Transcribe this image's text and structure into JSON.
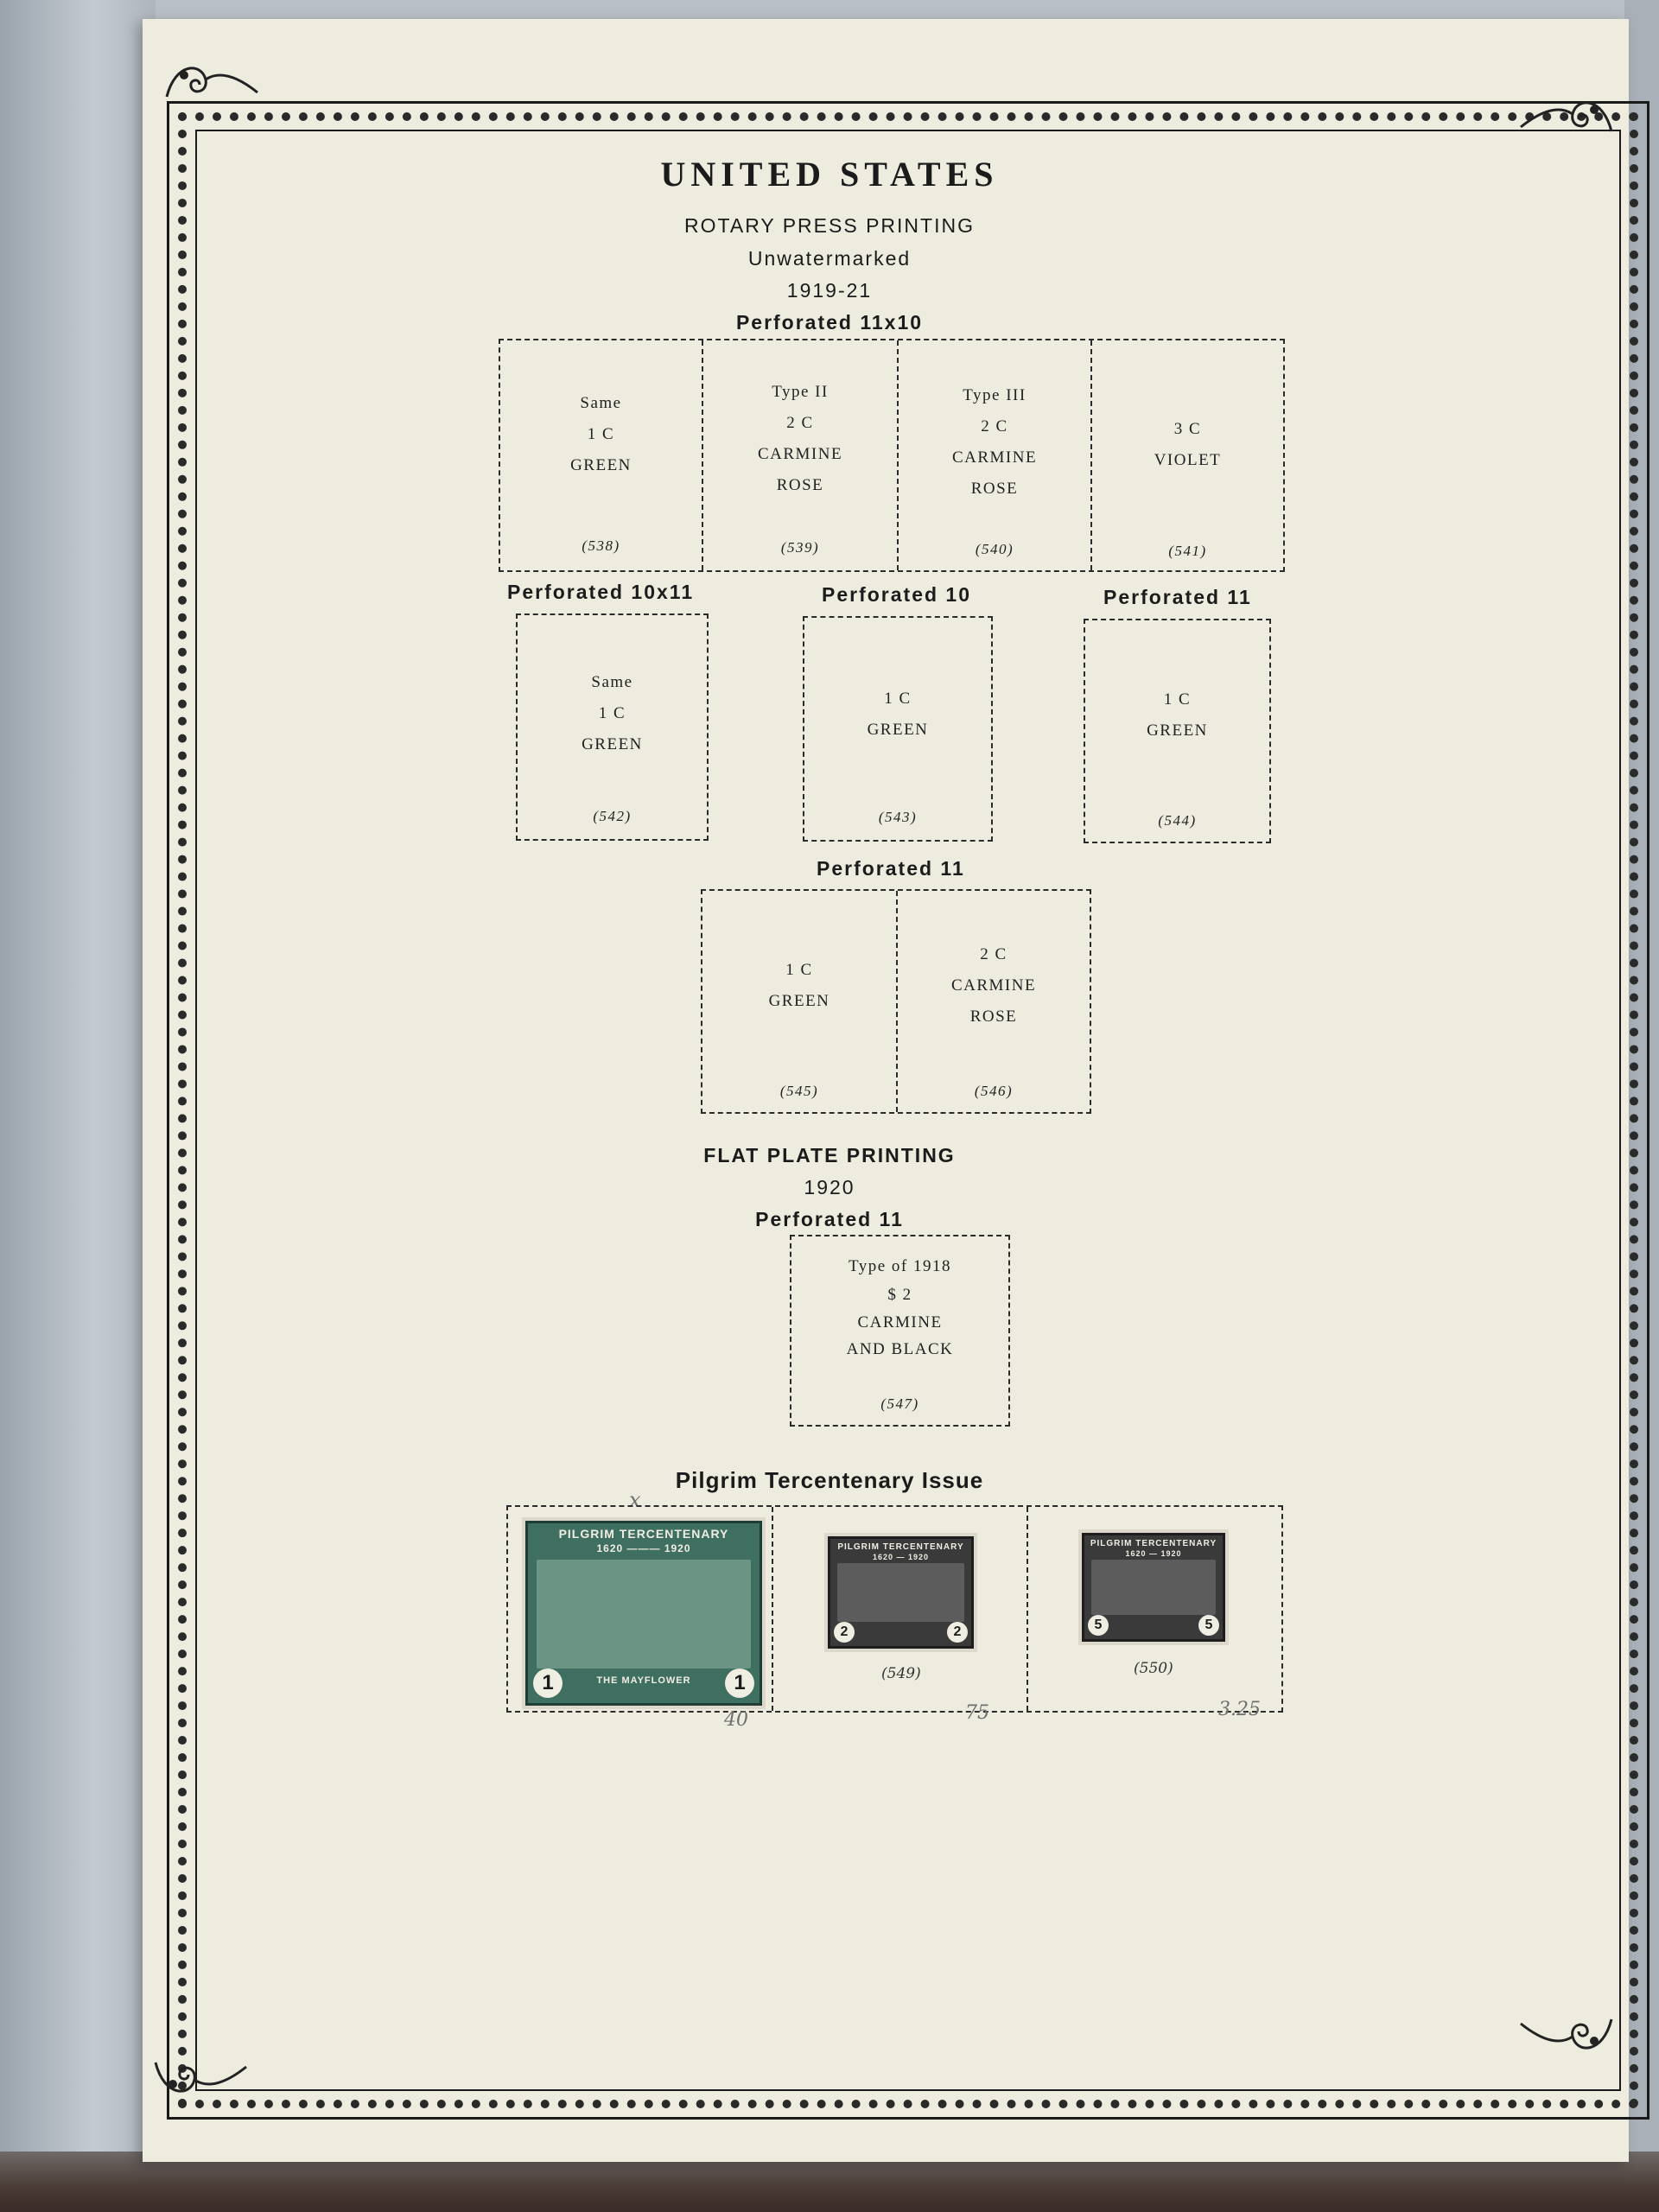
{
  "header": {
    "title": "UNITED STATES",
    "line1": "ROTARY PRESS PRINTING",
    "line2": "Unwatermarked",
    "line3": "1919-21",
    "perf1": "Perforated 11x10"
  },
  "row1": [
    {
      "l1": "Same",
      "l2": "1 C",
      "l3": "GREEN",
      "l4": "",
      "num": "(538)"
    },
    {
      "l1": "Type II",
      "l2": "2 C",
      "l3": "CARMINE",
      "l4": "ROSE",
      "num": "(539)"
    },
    {
      "l1": "Type III",
      "l2": "2 C",
      "l3": "CARMINE",
      "l4": "ROSE",
      "num": "(540)"
    },
    {
      "l1": "",
      "l2": "3 C",
      "l3": "VIOLET",
      "l4": "",
      "num": "(541)"
    }
  ],
  "row2_labels": {
    "a": "Perforated 10x11",
    "b": "Perforated 10",
    "c": "Perforated 11"
  },
  "row2": [
    {
      "l1": "Same",
      "l2": "1 C",
      "l3": "GREEN",
      "num": "(542)"
    },
    {
      "l1": "",
      "l2": "1 C",
      "l3": "GREEN",
      "num": "(543)"
    },
    {
      "l1": "",
      "l2": "1 C",
      "l3": "GREEN",
      "num": "(544)"
    }
  ],
  "row3_label": "Perforated 11",
  "row3": [
    {
      "l1": "",
      "l2": "1 C",
      "l3": "GREEN",
      "num": "(545)"
    },
    {
      "l1": "2 C",
      "l2": "CARMINE",
      "l3": "ROSE",
      "num": "(546)"
    }
  ],
  "flat": {
    "h1": "FLAT PLATE PRINTING",
    "h2": "1920",
    "h3": "Perforated 11",
    "l1": "Type of 1918",
    "l2": "$ 2",
    "l3": "CARMINE",
    "l4": "AND BLACK",
    "num": "(547)"
  },
  "pilgrim": {
    "title": "Pilgrim Tercentenary Issue",
    "stamps": [
      {
        "top": "PILGRIM TERCENTENARY",
        "years": "1620 ——— 1920",
        "den": "1",
        "caption": "THE MAYFLOWER",
        "num": "",
        "pencil": "40"
      },
      {
        "top": "PILGRIM TERCENTENARY",
        "years": "1620 — 1920",
        "den": "2",
        "caption": "",
        "num": "(549)",
        "pencil": "75"
      },
      {
        "top": "PILGRIM TERCENTENARY",
        "years": "1620 — 1920",
        "den": "5",
        "caption": "",
        "num": "(550)",
        "pencil": "3.25"
      }
    ],
    "mark": "x"
  },
  "colors": {
    "paper": "#eeebdf",
    "ink": "#1b1b1b",
    "green_stamp": "#3f6f60"
  }
}
